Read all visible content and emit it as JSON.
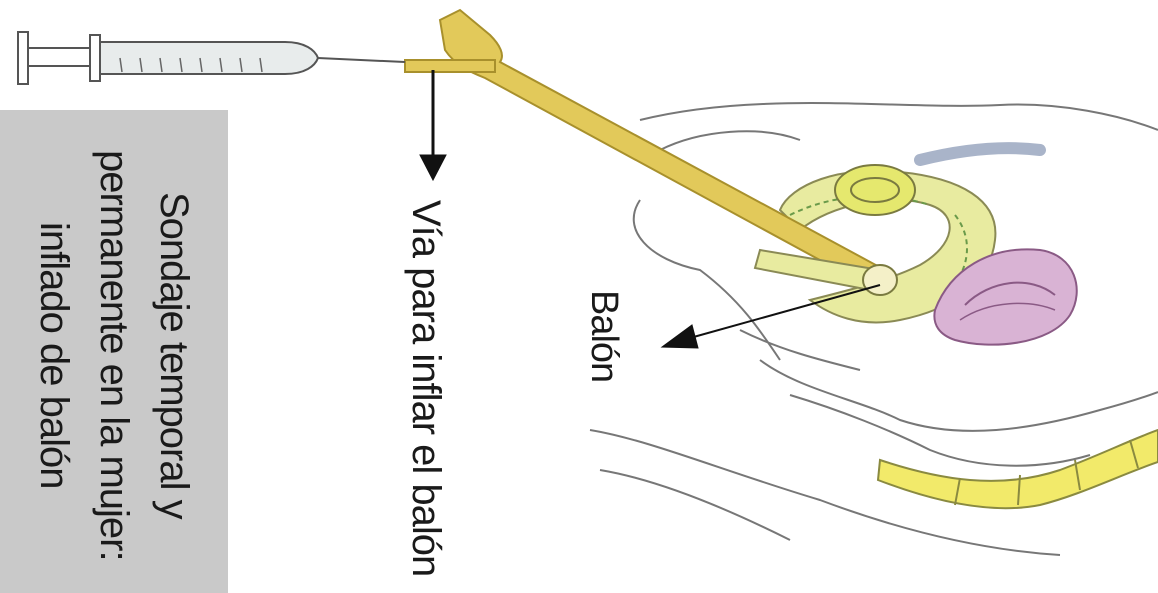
{
  "caption": {
    "lines": [
      "Sondaje temporal y",
      "permanente en la mujer:",
      "inflado de balón"
    ]
  },
  "labels": {
    "inflation_port": "Vía para inflar el balón",
    "balloon": "Balón"
  },
  "colors": {
    "catheter": "#e2c95a",
    "catheter_outline": "#a8902c",
    "bladder": "#e8eba0",
    "uterus": "#d9b3d4",
    "rectum": "#f2ea6a",
    "caption_box": "#c9c9c9",
    "arrow": "#111111"
  }
}
